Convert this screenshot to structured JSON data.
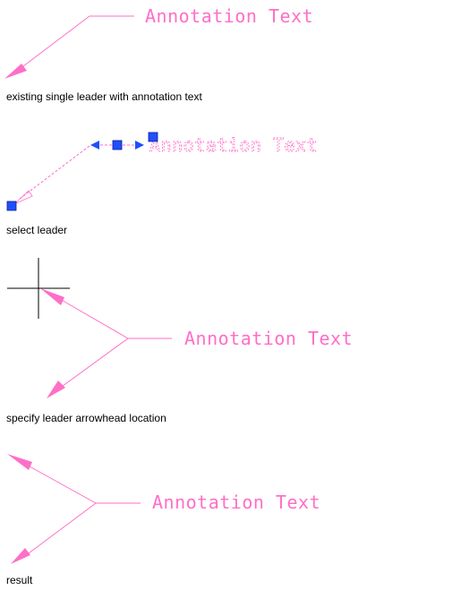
{
  "annotation_text": "Annotation Text",
  "colors": {
    "leader": "#ff6ec7",
    "grip": "#1f4fff",
    "caption": "#000000"
  },
  "steps": [
    {
      "caption": "existing single leader with annotation text"
    },
    {
      "caption": "select leader"
    },
    {
      "caption": "specify leader arrowhead location"
    },
    {
      "caption": "result"
    }
  ]
}
